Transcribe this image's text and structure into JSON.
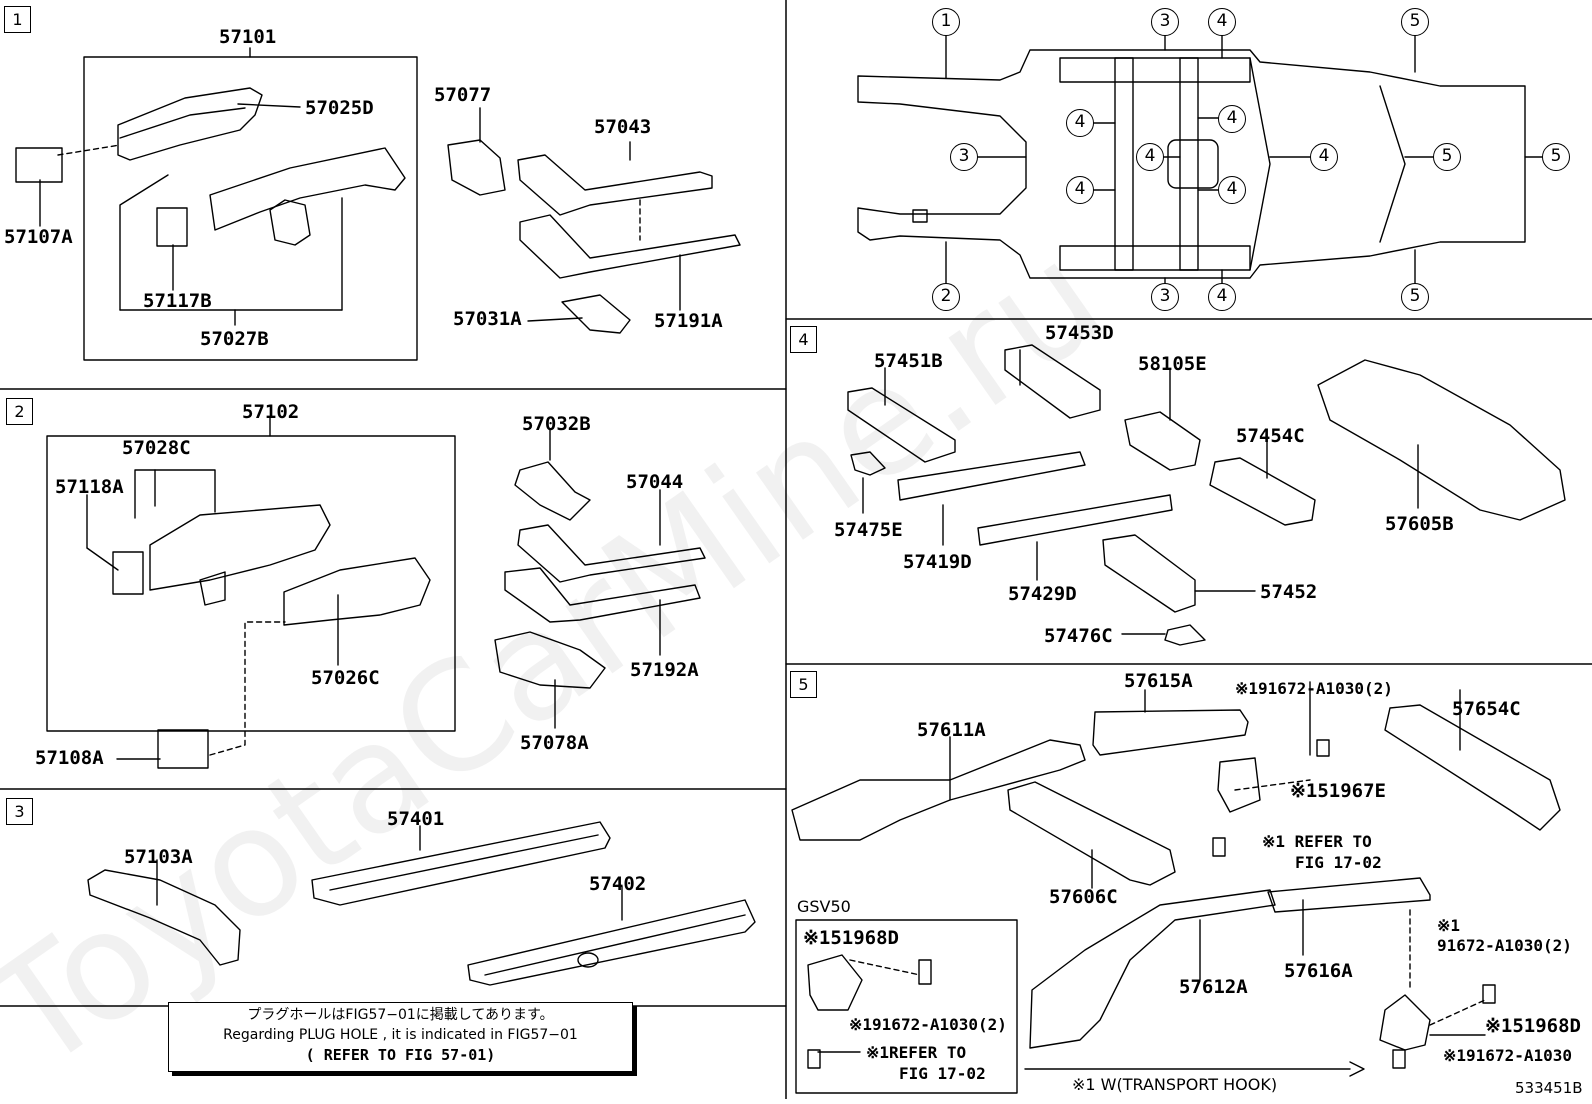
{
  "watermark": "ToyotaCarMine.ru",
  "figure_number": "533451B",
  "sections": {
    "s1": {
      "marker": "1",
      "labels": [
        "57101",
        "57025D",
        "57107A",
        "57117B",
        "57027B",
        "57077",
        "57043",
        "57031A",
        "57191A"
      ]
    },
    "s2": {
      "marker": "2",
      "labels": [
        "57102",
        "57028C",
        "57118A",
        "57026C",
        "57108A",
        "57032B",
        "57044",
        "57192A",
        "57078A"
      ]
    },
    "s3": {
      "marker": "3",
      "labels": [
        "57401",
        "57103A",
        "57402"
      ]
    },
    "s4": {
      "marker": "4",
      "labels": [
        "57451B",
        "57453D",
        "58105E",
        "57454C",
        "57605B",
        "57475E",
        "57419D",
        "57429D",
        "57452",
        "57476C"
      ]
    },
    "s5": {
      "marker": "5",
      "labels": [
        "57615A",
        "※191672-A1030(2)",
        "57654C",
        "57611A",
        "※151967E",
        "※1 REFER TO",
        "FIG 17-02",
        "57606C",
        "GSV50",
        "※151968D",
        "※191672-A1030(2)",
        "※1REFER TO",
        "FIG 17-02",
        "57612A",
        "57616A",
        "※1",
        "91672-A1030(2)",
        "※151968D",
        "※191672-A1030",
        "※1 W(TRANSPORT HOOK)"
      ]
    }
  },
  "overview": {
    "callouts": [
      "1",
      "3",
      "4",
      "5",
      "4",
      "4",
      "3",
      "4",
      "4",
      "5",
      "5",
      "4",
      "4",
      "2",
      "3",
      "4",
      "5"
    ]
  },
  "note": {
    "line1": "プラグホールはFIG57−01に掲載してあります。",
    "line2": "Regarding PLUG HOLE , it is indicated in FIG57−01",
    "line3": "( REFER TO FIG 57-01)"
  }
}
